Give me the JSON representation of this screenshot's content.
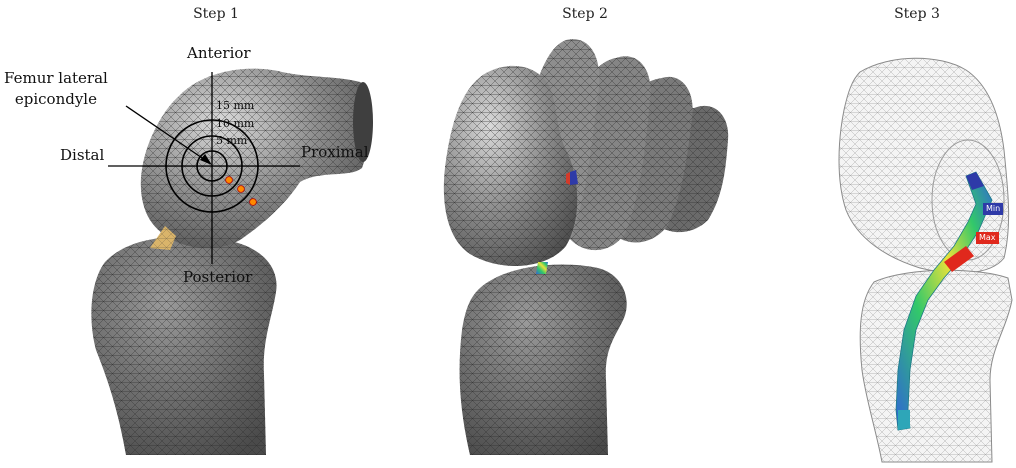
{
  "steps": [
    {
      "title": "Step 1"
    },
    {
      "title": "Step 2"
    },
    {
      "title": "Step 3"
    }
  ],
  "step1": {
    "directions": {
      "anterior": "Anterior",
      "posterior": "Posterior",
      "distal": "Distal",
      "proximal": "Proximal"
    },
    "landmark": "Femur lateral\nepicondyle",
    "rings": [
      "15 mm",
      "10 mm",
      "5 mm"
    ]
  },
  "step3": {
    "min_label": "Min",
    "max_label": "Max"
  },
  "colors": {
    "bone_dark": "#5c5c5c",
    "bone_light": "#c9c9c9",
    "mesh_line": "#2e2e2e",
    "points": "#ff8a00",
    "min_tag": "#2e3aa8",
    "max_tag": "#e0281c",
    "graft_low": "#2f63d8",
    "graft_mid": "#32c86a",
    "graft_high": "#e9e23a"
  }
}
